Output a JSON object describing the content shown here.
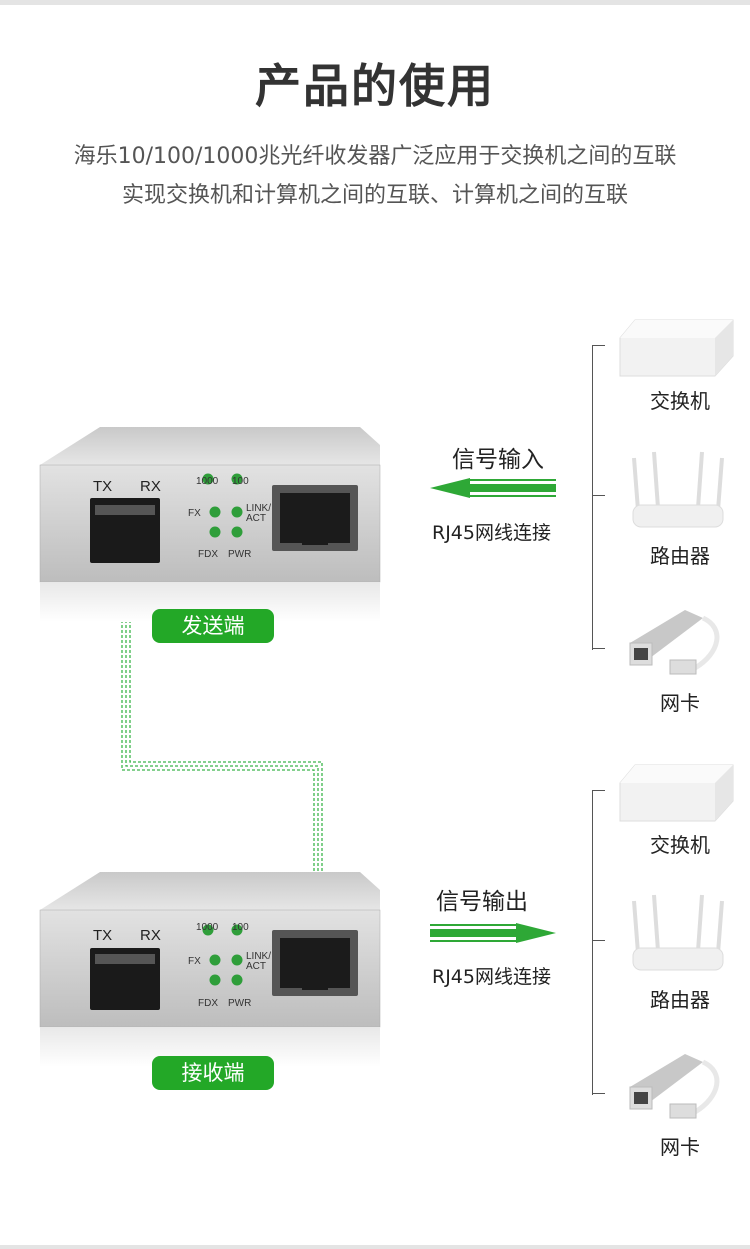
{
  "title": "产品的使用",
  "description": [
    "海乐10/100/1000兆光纤收发器广泛应用于交换机之间的互联",
    "实现交换机和计算机之间的互联、计算机之间的互联"
  ],
  "transmitter": {
    "badge": "发送端",
    "port_labels": [
      "TX",
      "RX"
    ],
    "led_labels": {
      "top_left": "1000",
      "top_right": "100",
      "mid_left": "FX",
      "mid_right_1": "LINK/",
      "mid_right_2": "ACT",
      "bottom_left": "FDX",
      "bottom_right": "PWR"
    }
  },
  "receiver": {
    "badge": "接收端",
    "port_labels": [
      "TX",
      "RX"
    ],
    "led_labels": {
      "top_left": "1000",
      "top_right": "100",
      "mid_left": "FX",
      "mid_right_1": "LINK/",
      "mid_right_2": "ACT",
      "bottom_left": "FDX",
      "bottom_right": "PWR"
    }
  },
  "signal_in": {
    "label": "信号输入",
    "cable": "RJ45网线连接"
  },
  "signal_out": {
    "label": "信号输出",
    "cable": "RJ45网线连接"
  },
  "devices_top": [
    "交换机",
    "路由器",
    "网卡"
  ],
  "devices_bottom": [
    "交换机",
    "路由器",
    "网卡"
  ],
  "colors": {
    "accent_green": "#23a827",
    "arrow_green": "#2ea836",
    "fiber_green": "#3bb54a"
  }
}
